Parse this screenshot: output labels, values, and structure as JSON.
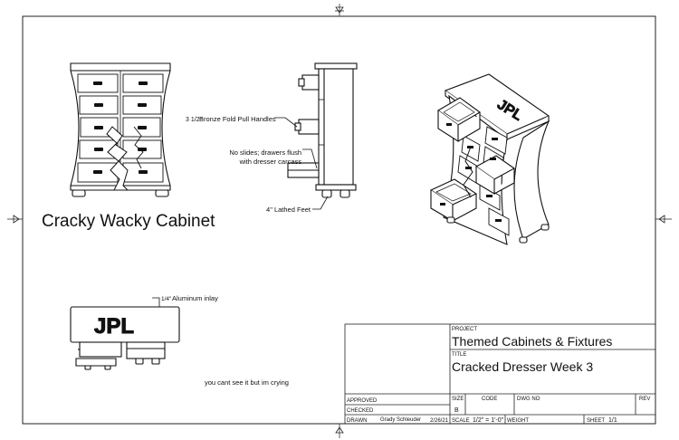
{
  "drawing": {
    "main_title": "Cracky Wacky Cabinet",
    "callouts": {
      "handles_frac": "3 1/2\"",
      "handles_rest": "Bronze Fold Pull Handles",
      "slides_line1": "No slides; drawers flush",
      "slides_line2": "with dresser carcass",
      "feet": "4\" Lathed Feet",
      "inlay_frac": "1/4\"",
      "inlay_rest": "Aluminum  inlay"
    },
    "note": "you cant see it but im crying",
    "logo_text": "JPL"
  },
  "title_block": {
    "project_label": "PROJECT",
    "project": "Themed Cabinets & Fixtures",
    "title_label": "TITLE",
    "title": "Cracked Dresser Week 3",
    "approved_label": "APPROVED",
    "checked_label": "CHECKED",
    "drawn_label": "DRAWN",
    "drawn_by": "Grady Schleuder",
    "drawn_date": "2/26/21",
    "size_label": "SIZE",
    "size": "B",
    "code_label": "CODE",
    "dwg_label": "DWG NO",
    "rev_label": "REV",
    "scale_label": "SCALE",
    "scale": "1/2\" = 1'-0\"",
    "weight_label": "WEIGHT",
    "sheet_label": "SHEET",
    "sheet": "1/1"
  }
}
